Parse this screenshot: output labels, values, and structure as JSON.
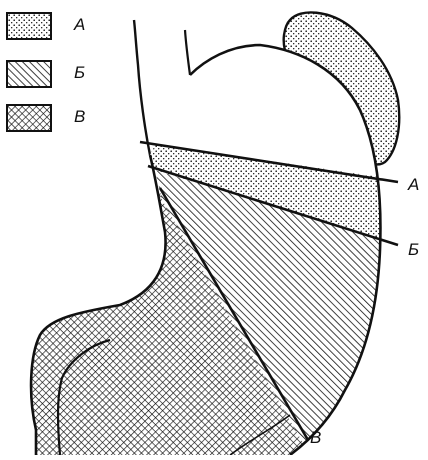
{
  "legend": [
    {
      "key": "A",
      "label": "А",
      "pattern": "dots"
    },
    {
      "key": "B",
      "label": "Б",
      "pattern": "diagonal-hatch"
    },
    {
      "key": "V",
      "label": "В",
      "pattern": "cross-hatch"
    }
  ],
  "line_labels": {
    "a": "А",
    "b": "Б",
    "v": "В"
  },
  "colors": {
    "ink": "#111111",
    "paper": "#ffffff"
  }
}
